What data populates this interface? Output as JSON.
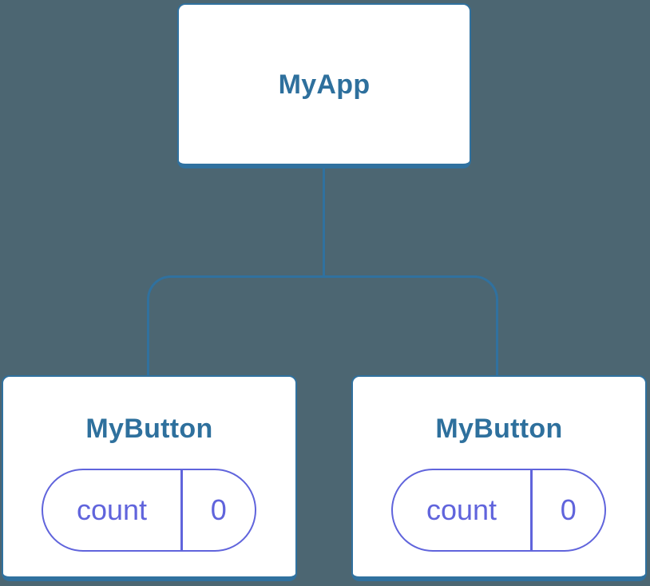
{
  "diagram": {
    "type": "component-tree",
    "root": {
      "label": "MyApp"
    },
    "children": [
      {
        "label": "MyButton",
        "state_name": "count",
        "state_value": "0"
      },
      {
        "label": "MyButton",
        "state_name": "count",
        "state_value": "0"
      }
    ]
  },
  "colors": {
    "background": "#4C6672",
    "node_fill": "#FFFFFF",
    "node_border": "#30719F",
    "node_label_text": "#2E709D",
    "connector": "#30719F",
    "state_accent": "#6064DC"
  }
}
